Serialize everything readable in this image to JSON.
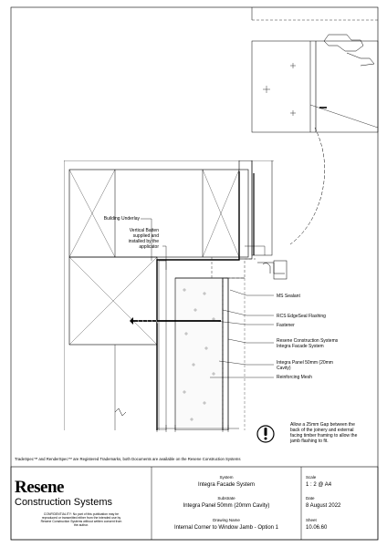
{
  "labels": {
    "building_underlay": "Building Underlay",
    "vertical_batten": [
      "Vertical Batten",
      "supplied and",
      "installed by the",
      "applicator"
    ],
    "ms_sealant": "MS Sealant",
    "rcs_flashing": "RCS EdgeSeal Flashing",
    "fastener": "Fastener",
    "integra_system": [
      "Resene Construction Systems",
      "Integra Facade System"
    ],
    "integra_panel": [
      "Integra Panel 50mm (20mm",
      "Cavity)"
    ],
    "reinforcing_mesh": "Reinforcing Mesh"
  },
  "note": [
    "Allow a 25mm Gap between the",
    "back of the joinery and external",
    "facing timber framing to allow the",
    "jamb flashing to fit."
  ],
  "trademark": "TradeSpec™ and RenderSpec™ are Registered Trademarks, both Documents are available on the Resene Construction Systems",
  "logo": {
    "brand": "Resene",
    "sub": "Construction Systems"
  },
  "confidentiality": [
    "CONFIDENTIALITY: No part of this publication may be",
    "reproduced or transmitted either from the intended use by",
    "Resene Construction Systems without written consent from",
    "the author."
  ],
  "title_block": {
    "system_label": "System",
    "system_value": "Integra Facade System",
    "substrate_label": "Substrate",
    "substrate_value": "Integra Panel 50mm (20mm Cavity)",
    "drawing_name_label": "Drawing Name",
    "drawing_name_value": "Internal Corner to Window Jamb - Option 1",
    "scale_label": "Scale",
    "scale_value": "1 : 2 @ A4",
    "date_label": "Date",
    "date_value": "8 August 2022",
    "sheet_label": "Sheet",
    "sheet_value": "10.06.60"
  },
  "colors": {
    "line": "#000000",
    "hatch": "#555555",
    "dash": "#333333",
    "logo_green": "#000000"
  }
}
